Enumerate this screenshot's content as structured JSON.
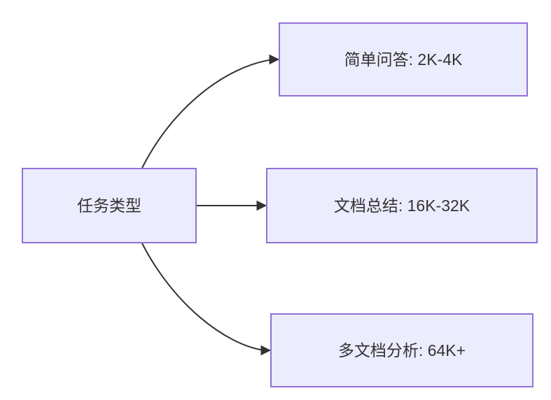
{
  "diagram": {
    "type": "flowchart-left-to-right",
    "colors": {
      "background": "#ffffff",
      "node_fill": "#ECECFF",
      "node_border": "#9370DB",
      "edge_color": "#333333",
      "text_color": "#333333"
    },
    "root": {
      "id": "task-type",
      "label": "任务类型"
    },
    "children": [
      {
        "id": "simple-qa",
        "label": "简单问答: 2K-4K"
      },
      {
        "id": "doc-summary",
        "label": "文档总结: 16K-32K"
      },
      {
        "id": "multi-doc",
        "label": "多文档分析: 64K+"
      }
    ],
    "edges": [
      {
        "from": "task-type",
        "to": "simple-qa"
      },
      {
        "from": "task-type",
        "to": "doc-summary"
      },
      {
        "from": "task-type",
        "to": "multi-doc"
      }
    ]
  }
}
